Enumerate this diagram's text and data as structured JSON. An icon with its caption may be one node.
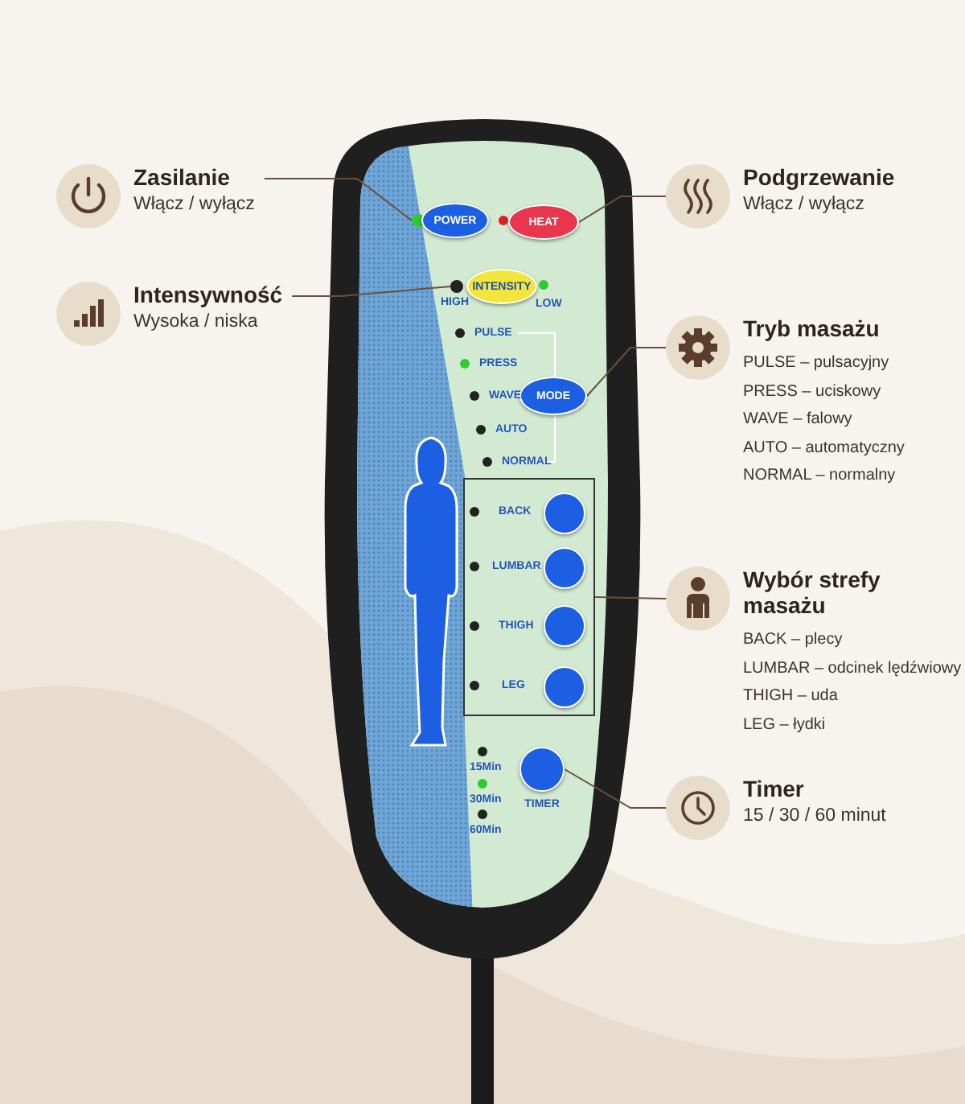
{
  "diagram": {
    "nodes": [
      {
        "text": [
          "Zasilanie",
          "Włącz / wyłącz"
        ]
      },
      {
        "text": [
          "Podgrzewanie",
          "Włącz / wyłącz"
        ]
      },
      {
        "text": [],
        "shape": "circle"
      },
      {
        "text": [
          "POWER"
        ]
      },
      {
        "text": [
          "HEAT"
        ]
      },
      {
        "text": [
          "Intensywność",
          "Wysoka / niska"
        ]
      },
      {
        "text": [],
        "shape": "circle"
      },
      {
        "text": [
          "INTENSITY"
        ]
      },
      {
        "text": [
          "Tryb masażu",
          "PULSE – pulsacyjny",
          "PRESS – uciskowy",
          "WAVE – falowy",
          "AUTO – automatyczny",
          "NORMAL – normalny"
        ]
      },
      {
        "text": [
          "MODE"
        ]
      },
      {
        "text": [],
        "shape": "box"
      },
      {
        "text": [],
        "shape": "circle",
        "in": 10
      },
      {
        "text": [],
        "shape": "circle",
        "in": 10
      },
      {
        "text": [],
        "shape": "circle",
        "in": 10
      },
      {
        "text": [],
        "shape": "circle",
        "in": 10
      },
      {
        "text": [
          "Wybór strefy masażu",
          "BACK – plecy",
          "LUMBAR – odcinek lędźwiowy",
          "THIGH – uda",
          "LEG – łydki"
        ]
      },
      {
        "text": [],
        "shape": "circle",
        "beside": [
          "TIMER"
        ]
      },
      {
        "text": [
          "Timer",
          "15 / 30 / 60 minut"
        ]
      }
    ],
    "edges": [
      {
        "from": 0,
        "to": 2,
        "arrow": "none"
      },
      {
        "from": 1,
        "to": 4,
        "arrow": "none"
      },
      {
        "from": 5,
        "to": 6,
        "arrow": "none"
      },
      {
        "from": 8,
        "to": 9,
        "arrow": "none"
      },
      {
        "from": 15,
        "to": 10,
        "arrow": "none"
      },
      {
        "from": 17,
        "to": 16,
        "arrow": "none"
      }
    ],
    "labels": [
      "HIGH",
      "LOW",
      "PULSE",
      "PRESS",
      "WAVE",
      "AUTO",
      "NORMAL",
      "BACK",
      "LUMBAR",
      "THIGH",
      "LEG",
      "15Min",
      "30Min",
      "60Min"
    ]
  }
}
